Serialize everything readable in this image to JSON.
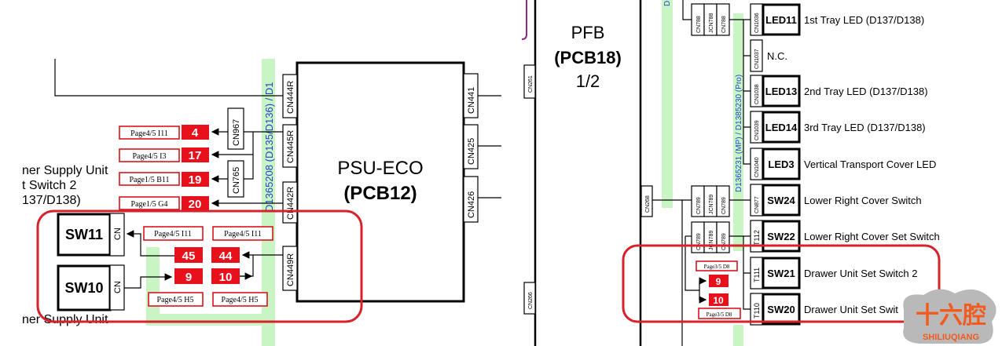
{
  "left": {
    "board_name": "PSU-ECO",
    "board_id": "(PCB12)",
    "harness_label": "D1365208 (D135/D136) / D1",
    "connectors_left": [
      "CN444R",
      "CN445R",
      "CN442R",
      "CN449R"
    ],
    "connectors_right": [
      "CN441",
      "CN425",
      "CN426"
    ],
    "mid_connectors": [
      "CN967",
      "CN765"
    ],
    "signals": [
      {
        "page": "Page4/5 I11",
        "num": "4"
      },
      {
        "page": "Page4/5 I3",
        "num": "17"
      },
      {
        "page": "Page1/5 B11",
        "num": "19"
      },
      {
        "page": "Page1/5 G4",
        "num": "20"
      }
    ],
    "side_text": [
      "ner Supply Unit",
      "t Switch 2",
      "137/D138)"
    ],
    "bottom_text": "ner Supply Unit",
    "switches": [
      {
        "name": "SW11",
        "cn": "CN"
      },
      {
        "name": "SW10",
        "cn": "CN"
      }
    ],
    "highlight_signals": {
      "top_left_page": "Page4/5 I11",
      "top_right_page": "Page4/5 I11",
      "n45": "45",
      "n44": "44",
      "n9": "9",
      "n10": "10",
      "bottom_left_page": "Page4/5 H5",
      "bottom_right_page": "Page4/5 H5"
    }
  },
  "right": {
    "board_name": "PFB",
    "board_id": "(PCB18)",
    "board_page": "1/2",
    "edge_connectors": [
      "CN261",
      "CN266",
      "CN268"
    ],
    "top_harness_label": "D",
    "harness_label": "D1365231 (MP) / D1385230 (Pro)",
    "relay_top": [
      "CN788",
      "JCN788",
      "CN788"
    ],
    "relay_mid": [
      "CN789",
      "JCN789",
      "CN789"
    ],
    "relay_low": [
      "CN789",
      "JCN789",
      "CN789"
    ],
    "rows": [
      {
        "cn": "CN1036",
        "part": "LED11",
        "desc": "1st Tray LED (D137/D138)"
      },
      {
        "cn": "CN1037",
        "part": "",
        "desc": "N.C."
      },
      {
        "cn": "CN1038",
        "part": "LED13",
        "desc": "2nd Tray LED (D137/D138)"
      },
      {
        "cn": "CN1039",
        "part": "LED14",
        "desc": "3rd Tray LED (D137/D138)"
      },
      {
        "cn": "CN1040",
        "part": "LED3",
        "desc": "Vertical Transport Cover LED"
      },
      {
        "cn": "CN877",
        "part": "SW24",
        "desc": "Lower Right Cover Switch"
      },
      {
        "cn": "T112",
        "part": "SW22",
        "desc": "Lower Right Cover Set Switch"
      },
      {
        "cn": "T111",
        "part": "SW21",
        "desc": "Drawer Unit Set Switch 2"
      },
      {
        "cn": "T110",
        "part": "SW20",
        "desc": "Drawer Unit Set Swit"
      }
    ],
    "signals": {
      "page_top": "Page3/5 D8",
      "n9": "9",
      "n10": "10",
      "page_bottom": "Page3/5 D8"
    }
  },
  "watermark": {
    "logo_text": "十六腔",
    "latin": "SHILIUQIANG",
    "colors": {
      "orange": "#f25a1e",
      "bg": "#b9b9b9"
    }
  },
  "colors": {
    "highlight": "#d7212b",
    "signal_red": "#e8101a",
    "harness_green": "#c9f5c4",
    "harness_blue": "#1e3fd0"
  }
}
